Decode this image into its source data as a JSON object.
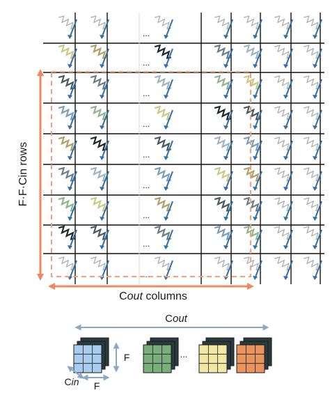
{
  "labels": {
    "rows_axis": "F·F·Cin  rows",
    "cols_prefix": "C",
    "cols_italic": "out",
    "cols_suffix": "  columns",
    "cout_c": "C",
    "cout_out": "out",
    "f_vertical": "F",
    "f_horizontal": "F",
    "cin_c": "C",
    "cin_in": "in",
    "ellipsis": "..."
  },
  "colors": {
    "grid_line": "#111111",
    "highlight_box": "#f0a27a",
    "arrow_orange": "#f08a5d",
    "arrow_blue": "#8aa9c4",
    "device_blue": "#2f6fa8",
    "memristor_dark": "#2b2b2b",
    "memristor_light": "#a8a8a8",
    "kernel_blue": "#a9cdee",
    "kernel_green": "#7bae7c",
    "kernel_yellow": "#f3e7a6",
    "kernel_orange": "#e9935f",
    "kernel_dark": "#2b3a3d"
  },
  "kernel_groups": [
    {
      "name": "kernel-blue",
      "face": "#a9cdee"
    },
    {
      "name": "kernel-green",
      "face": "#7bae7c"
    },
    {
      "name": "kernel-yellow",
      "face": "#f3e7a6"
    },
    {
      "name": "kernel-orange",
      "face": "#e9935f"
    }
  ]
}
